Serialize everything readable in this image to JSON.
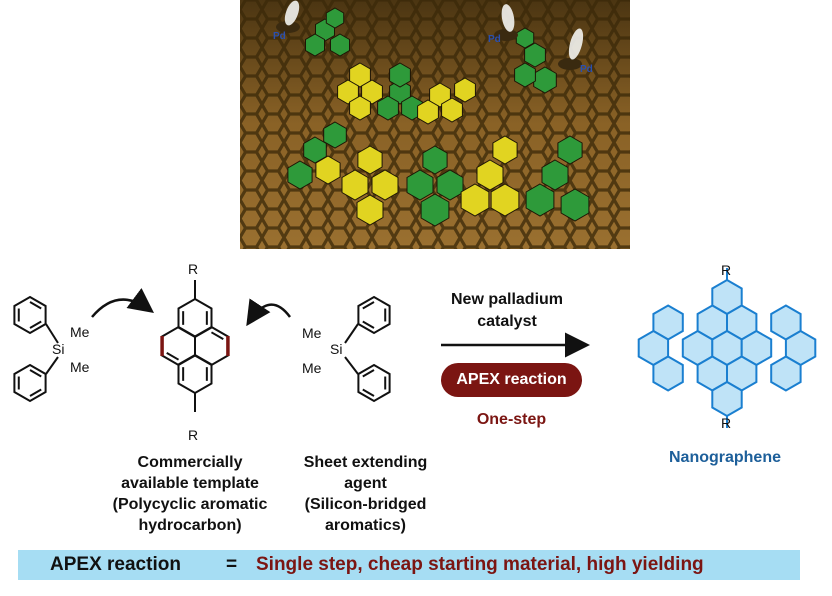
{
  "photo": {
    "pd_labels": [
      "Pd",
      "Pd",
      "Pd"
    ],
    "colors": {
      "background": "#6b4a1d",
      "hex_green": "#2e9a3a",
      "hex_yellow": "#e1d421"
    }
  },
  "molecules": {
    "dibenzosilole_left": {
      "si": "Si",
      "me1": "Me",
      "me2": "Me"
    },
    "pyrene": {
      "r_top": "R",
      "r_bottom": "R"
    },
    "dibenzosilole_right": {
      "si": "Si",
      "me1": "Me",
      "me2": "Me"
    },
    "nanographene": {
      "r_top": "R",
      "r_bottom": "R"
    }
  },
  "labels": {
    "template": [
      "Commercially",
      "available template",
      "(Polycyclic aromatic",
      "hydrocarbon)"
    ],
    "agent": [
      "Sheet extending",
      "agent",
      "(Silicon-bridged",
      "aromatics)"
    ]
  },
  "reaction": {
    "catalyst": [
      "New palladium",
      "catalyst"
    ],
    "apex_label": "APEX reaction",
    "one_step": "One-step"
  },
  "product_label": "Nanographene",
  "banner": {
    "left": "APEX reaction",
    "equals": "=",
    "right": "Single step, cheap starting material, high yielding"
  },
  "colors": {
    "dark_red": "#7b1512",
    "blue_text": "#1d5f9a",
    "banner_bg": "#a6ddf3",
    "hex_fill": "#bfe3f7",
    "hex_stroke": "#1a7fd0"
  }
}
